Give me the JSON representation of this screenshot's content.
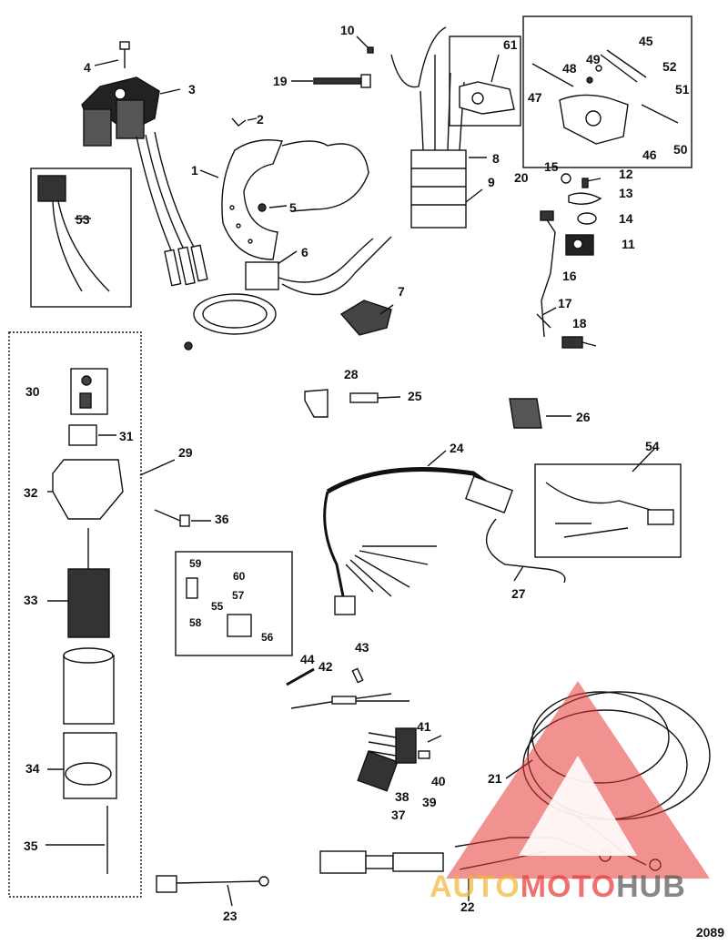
{
  "figure_number": "2089",
  "callouts": [
    "4",
    "3",
    "2",
    "1",
    "5",
    "53",
    "6",
    "7",
    "10",
    "19",
    "61",
    "8",
    "9",
    "20",
    "45",
    "48",
    "49",
    "52",
    "47",
    "51",
    "46",
    "50",
    "15",
    "12",
    "13",
    "14",
    "11",
    "16",
    "17",
    "18",
    "28",
    "25",
    "26",
    "30",
    "31",
    "29",
    "32",
    "36",
    "33",
    "24",
    "54",
    "27",
    "59",
    "60",
    "57",
    "55",
    "58",
    "56",
    "44",
    "42",
    "43",
    "41",
    "40",
    "38",
    "39",
    "37",
    "34",
    "35",
    "21",
    "23",
    "22"
  ],
  "watermark": {
    "brand": "AUTOMOTOHUB",
    "colors": {
      "triangle": "#e53935",
      "auto": "#f5b335",
      "moto": "#e53935",
      "hub": "#555555"
    }
  }
}
